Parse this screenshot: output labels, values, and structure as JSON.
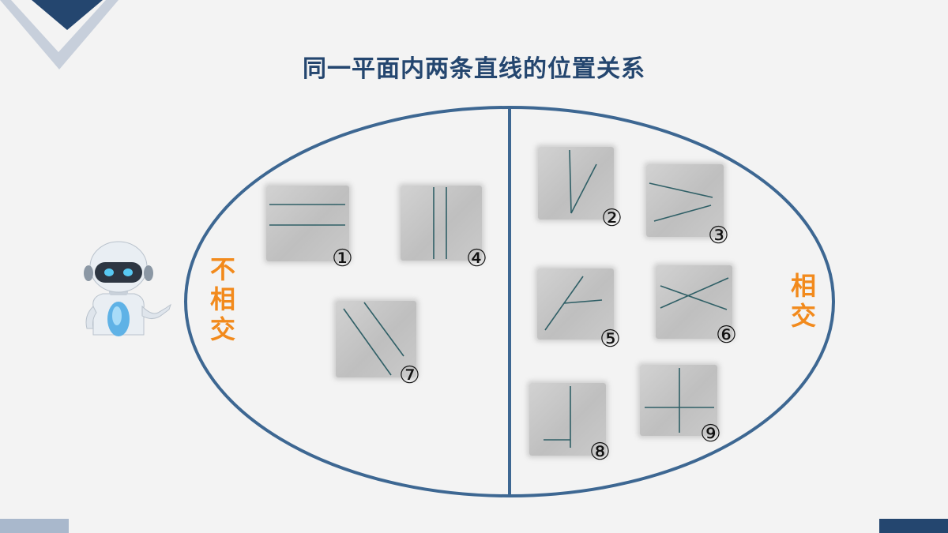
{
  "title": "同一平面内两条直线的位置关系",
  "groups": {
    "left": {
      "label": [
        "不",
        "相",
        "交"
      ]
    },
    "right": {
      "label": [
        "相",
        "交"
      ]
    }
  },
  "cards": [
    {
      "id": "c1",
      "number": "①"
    },
    {
      "id": "c4",
      "number": "④"
    },
    {
      "id": "c7",
      "number": "⑦"
    },
    {
      "id": "c2",
      "number": "②"
    },
    {
      "id": "c3",
      "number": "③"
    },
    {
      "id": "c5",
      "number": "⑤"
    },
    {
      "id": "c6",
      "number": "⑥"
    },
    {
      "id": "c8",
      "number": "⑧"
    },
    {
      "id": "c9",
      "number": "⑨"
    }
  ],
  "colors": {
    "title": "#24466f",
    "ellipse": "#3d6792",
    "label": "#f28a1c",
    "line": "#2f5f66"
  },
  "icons": {
    "mascot": "robot-icon"
  }
}
